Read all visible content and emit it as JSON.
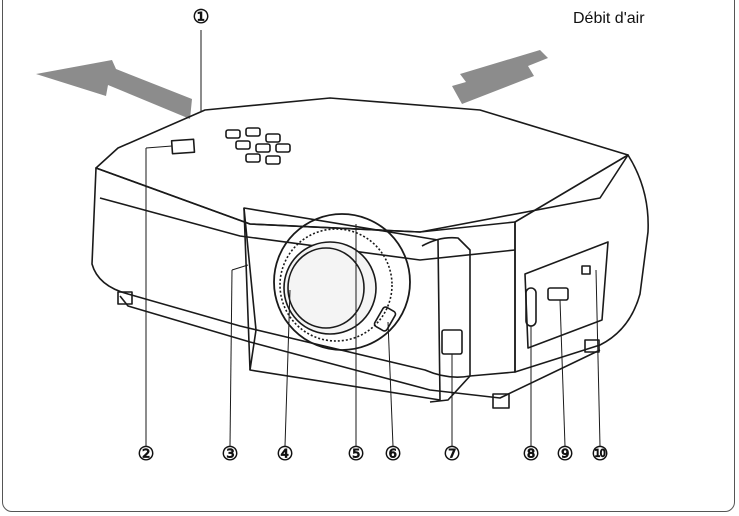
{
  "airflow_label": "Débit d'air",
  "callouts": [
    {
      "id": "1",
      "label": "①"
    },
    {
      "id": "2",
      "label": "②"
    },
    {
      "id": "3",
      "label": "③"
    },
    {
      "id": "4",
      "label": "④"
    },
    {
      "id": "5",
      "label": "⑤"
    },
    {
      "id": "6",
      "label": "⑥"
    },
    {
      "id": "7",
      "label": "⑦"
    },
    {
      "id": "8",
      "label": "⑧"
    },
    {
      "id": "9",
      "label": "⑨"
    },
    {
      "id": "10",
      "label": "⑩"
    }
  ],
  "colors": {
    "arrow": "#8c8c8c",
    "body_line": "#1a1a1a",
    "lens_glass": "#f4f4f4"
  }
}
